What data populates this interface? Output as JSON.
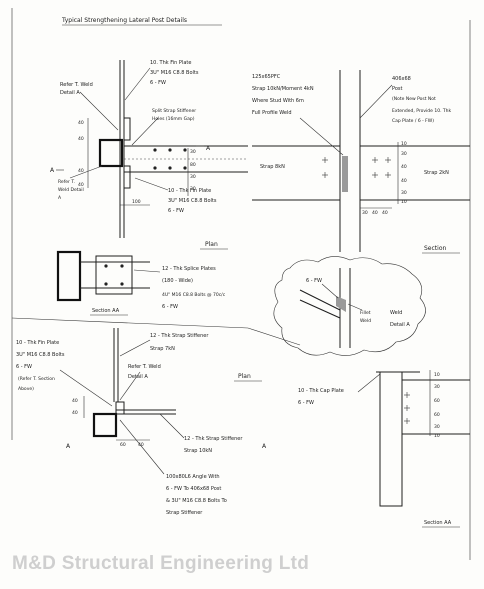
{
  "title": "Typical Strengthening Lateral Post Details",
  "plan_top": {
    "fin_plate_note": [
      "10. Thk Fin Plate",
      "3U\" M16 C8.8 Bolts",
      "6 - FW"
    ],
    "refer_weld": [
      "Refer T. Weld",
      "Detail A"
    ],
    "split_strap": [
      "Split Strap Stiffener",
      "Holes (16mm Gap)"
    ],
    "fin_plate_note2": [
      "10 - Thk Fin Plate",
      "3U\" M16 C8.8 Bolts",
      "6 - FW"
    ],
    "refer_weld2": [
      "Refer T.",
      "Weld Detail",
      "A"
    ],
    "dims_left": [
      "40",
      "40",
      "40",
      "40"
    ],
    "dims_right": [
      "30",
      "80",
      "30",
      "30"
    ],
    "dim_bottom": "100",
    "section_marks": [
      "A",
      "A"
    ],
    "view_label": "Plan"
  },
  "section_top_right": {
    "channel_note": [
      "125x65PFC",
      "Strap 10kN/Moment 4kN",
      "Where Stud With 6m",
      "Full Profile Weld"
    ],
    "post_note": [
      "406x68",
      "Post",
      "(Note New Post Not",
      "Extended, Provide 10. Thk",
      "Cap Plate / 6 - FW)"
    ],
    "strap_left": "Strap 8kN",
    "strap_right": "Strap 2kN",
    "dims": [
      "10",
      "30",
      "40",
      "40",
      "30",
      "10"
    ],
    "dims_bottom": [
      "30",
      "40",
      "40"
    ],
    "view_label": "Section"
  },
  "section_aa_left": {
    "splice_note": [
      "12 - Thk Splice Plates",
      "(180 - Wide)",
      "4U\" M16 C8.8 Bolts @ 70c/c",
      "6 - FW"
    ],
    "view_label": "Section AA"
  },
  "weld_detail": {
    "weld_size": "6 - FW",
    "fillet_label": [
      "Fillet",
      "Weld"
    ],
    "view_label": [
      "Weld",
      "Detail A"
    ]
  },
  "plan_bottom": {
    "strap_note": [
      "12 - Thk Strap Stiffener",
      "Strap 7kN"
    ],
    "fin_plate_note": [
      "10 - Thk Fin Plate",
      "3U\" M16 C8.8 Bolts",
      "6 - FW",
      "(Refer T. Section",
      "Above)"
    ],
    "refer_weld": [
      "Refer T. Weld",
      "Detail A"
    ],
    "strap_note2": [
      "12 - Thk Strap Stiffener",
      "Strap 10kN"
    ],
    "angle_note": [
      "100x80L6 Angle With",
      "6 - FW To 406x68 Post",
      "& 3U\" M16 C8.8 Bolts To",
      "Strap Stiffener"
    ],
    "dims": [
      "40",
      "40"
    ],
    "dims_bottom": [
      "60",
      "40"
    ],
    "section_marks": [
      "A",
      "A"
    ],
    "view_label": "Plan"
  },
  "section_aa_right": {
    "cap_note": [
      "10 - Thk Cap Plate",
      "6 - FW"
    ],
    "dims": [
      "10",
      "30",
      "60",
      "60",
      "30",
      "10"
    ],
    "view_label": "Section AA"
  },
  "watermark": "M&D Structural Engineering Ltd"
}
